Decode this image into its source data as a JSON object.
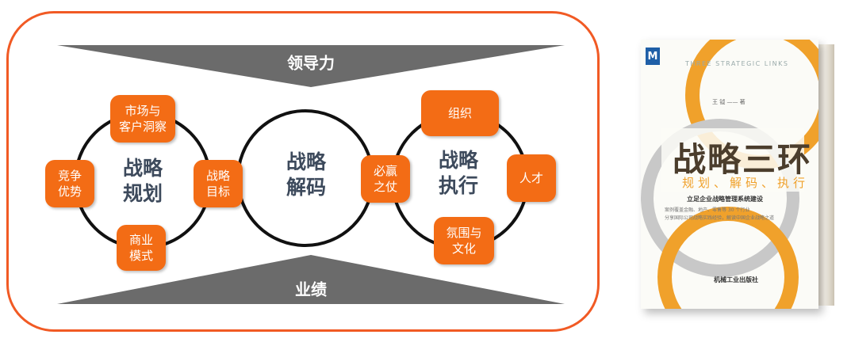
{
  "leadership_label": "领导力",
  "performance_label": "业绩",
  "circles": {
    "planning": "战略\n规划",
    "decoding": "战略\n解码",
    "execution": "战略\n执行"
  },
  "boxes": {
    "market": "市场与\n客户洞察",
    "competitive": "竞争\n优势",
    "business_model": "商业\n模式",
    "targets": "战略\n目标",
    "must_win": "必赢\n之仗",
    "organization": "组织",
    "talent": "人才",
    "culture": "氛围与\n文化"
  },
  "book": {
    "title": "战略三环",
    "subtitle": "规划、解码、执行",
    "english_title": "THREE STRATEGIC LINKS",
    "author": "王 钺 —— 著",
    "tagline": "立足企业战略管理系统建设",
    "blurb_1": "案例覆盖金融、地产、零售等 30 个行业",
    "blurb_2": "分享国际公司战略实践经验，解读中国企业战略之道",
    "publisher": "机械工业出版社",
    "logo": "M"
  },
  "colors": {
    "accent": "#f36c15",
    "frame": "#f15a24",
    "banner": "#6b6b6b",
    "book_ring_orange": "#f0a12b",
    "book_ring_gray": "#c8c8c8"
  }
}
